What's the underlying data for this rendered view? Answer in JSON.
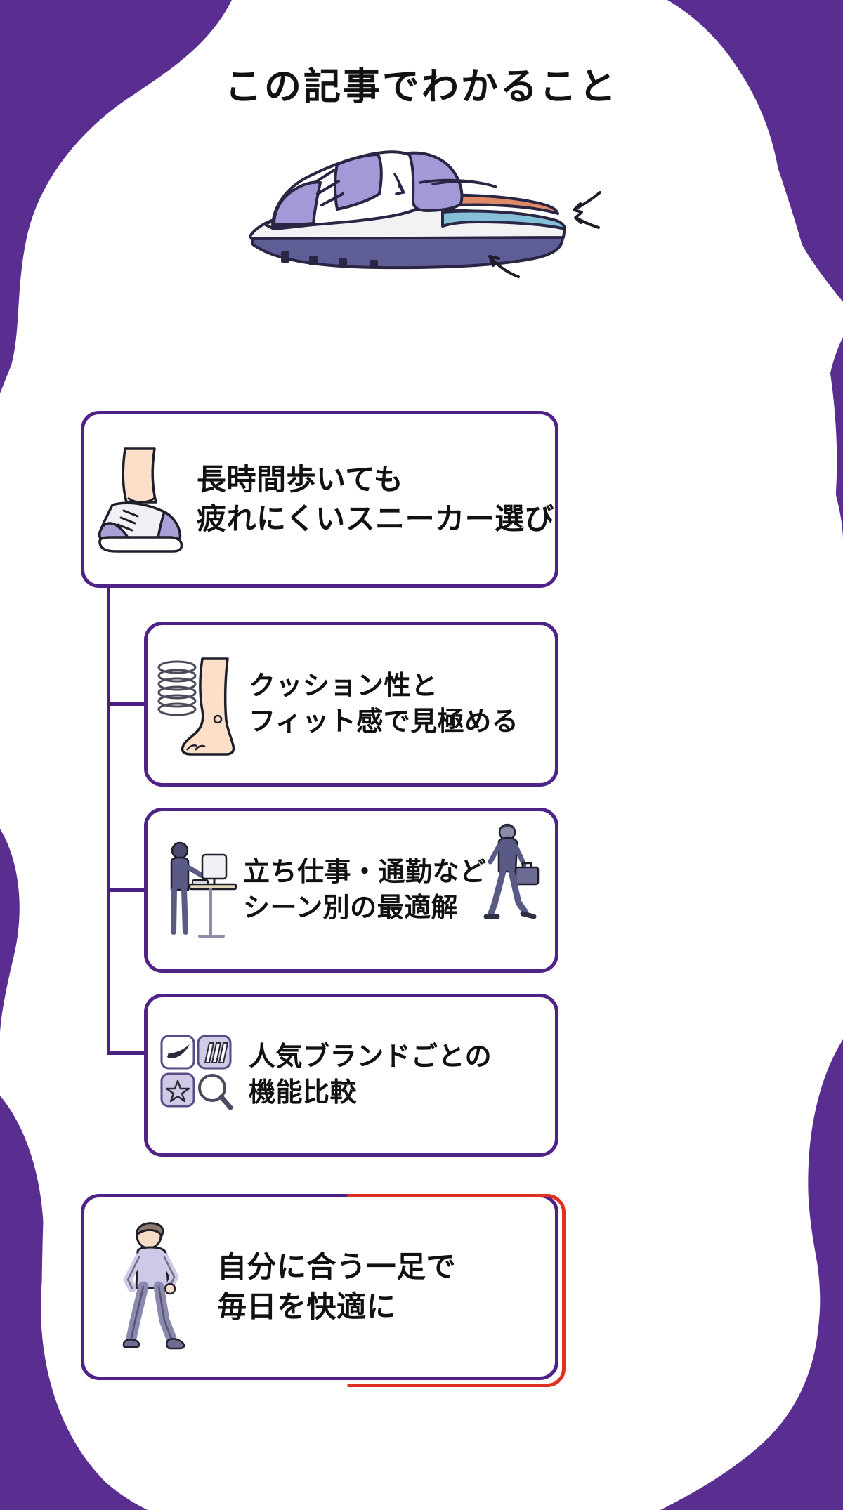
{
  "page": {
    "title": "この記事でわかること",
    "background_color": "#5a2d91",
    "sheet_color": "#ffffff",
    "card_border_color": "#4f2287",
    "accent_color": "#e03020",
    "text_color": "#111111"
  },
  "hero": {
    "icon": "sneaker-cutaway-icon",
    "alt": "クッション構造が見えるスニーカーの断面イラスト"
  },
  "cards": [
    {
      "id": "card-1",
      "icon": "foot-in-sneaker-icon",
      "lines": [
        "長時間歩いても",
        "疲れにくいスニーカー選び"
      ]
    },
    {
      "id": "card-2",
      "icon": "spring-cushion-foot-icon",
      "lines": [
        "クッション性と",
        "フィット感で見極める"
      ]
    },
    {
      "id": "card-3",
      "icon": "standing-desk-worker-icon",
      "icon_right": "commuter-businessman-icon",
      "lines": [
        "立ち仕事・通勤など",
        "シーン別の最適解"
      ]
    },
    {
      "id": "card-4",
      "icon": "brand-logos-grid-icon",
      "lines": [
        "人気ブランドごとの",
        "機能比較"
      ]
    },
    {
      "id": "card-5",
      "icon": "walking-person-icon",
      "lines": [
        "自分に合う一足で",
        "毎日を快適に"
      ],
      "highlight": true
    }
  ]
}
